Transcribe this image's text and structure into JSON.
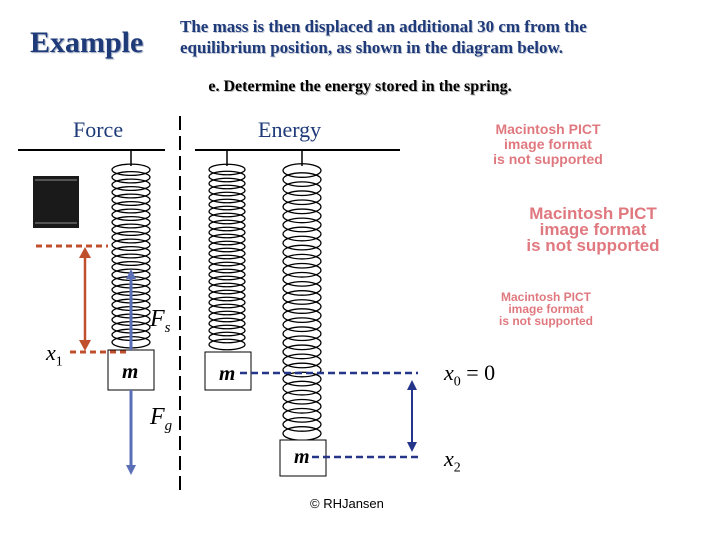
{
  "title": "Example",
  "header_text": "The mass is then displaced an additional 30 cm from the equilibrium position, as shown in the diagram below.",
  "question": "e.  Determine the energy stored in the spring.",
  "sections": {
    "force": "Force",
    "energy": "Energy"
  },
  "unsupported_images": [
    {
      "line1": "Macintosh PICT",
      "line2": "image format",
      "line3": "is not supported"
    },
    {
      "line1": "Macintosh PICT",
      "line2": "image format",
      "line3": "is not supported"
    },
    {
      "line1": "Macintosh PICT",
      "line2": "image format",
      "line3": "is not supported"
    }
  ],
  "labels": {
    "x1": "x",
    "x1_sub": "1",
    "fs": "F",
    "fs_sub": "s",
    "fg": "F",
    "fg_sub": "g",
    "x0": "x",
    "x0_sub": "0",
    "x0_eq": " = 0",
    "x2": "x",
    "x2_sub": "2",
    "mass": "m"
  },
  "copyright": "© RHJansen",
  "colors": {
    "title": "#1e3a78",
    "arrow": "#5a6fb8",
    "dashed_force": "#c0502d",
    "dashed_energy": "#25358a",
    "pict_text": "#e0797f"
  }
}
